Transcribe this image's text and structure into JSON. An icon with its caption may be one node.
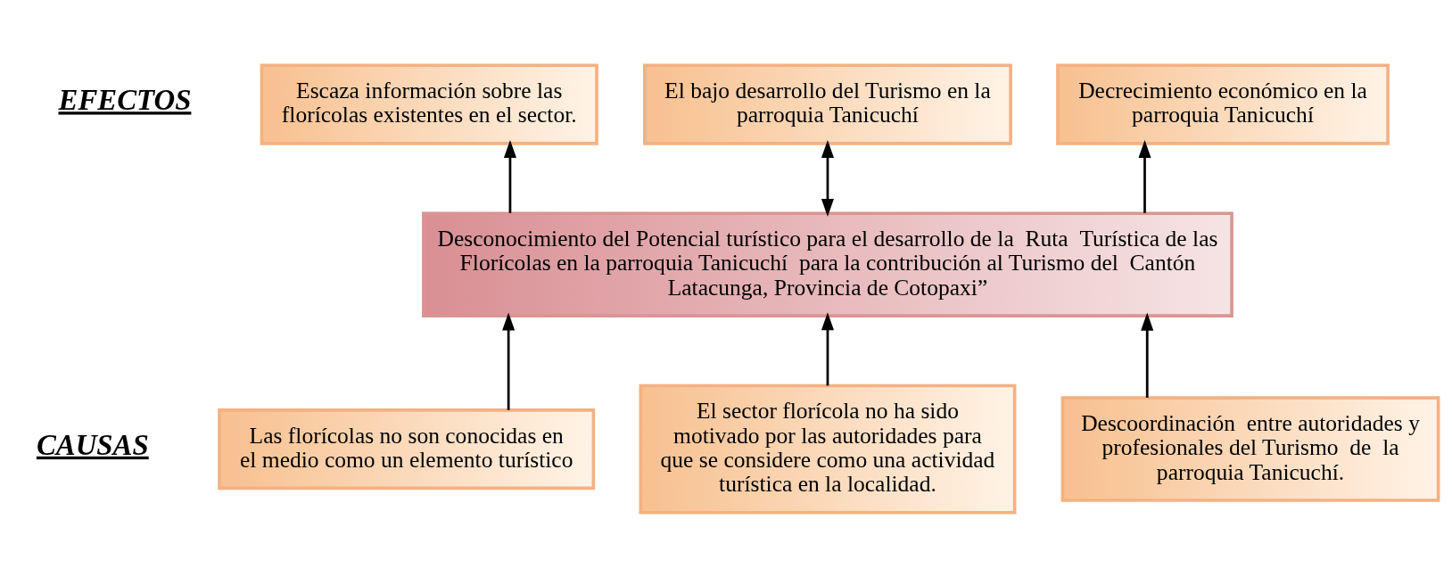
{
  "diagram": {
    "nodes": [
      {
        "text": [
          "Escaza información sobre las florícolas existentes en el sector."
        ]
      },
      {
        "text": [
          "El bajo desarrollo del Turismo en la parroquia Tanicuchí"
        ]
      },
      {
        "text": [
          "Decrecimiento económico en la parroquia Tanicuchí"
        ]
      },
      {
        "text": [
          "Desconocimiento del Potencial turístico para el desarrollo de la  Ruta  Turística de las Florícolas en la parroquia Tanicuchí  para la contribución al Turismo del  Cantón Latacunga, Provincia de Cotopaxi”"
        ]
      },
      {
        "text": [
          "Las florícolas no son conocidas en el medio como un elemento turístico"
        ]
      },
      {
        "text": [
          "El sector florícola no ha sido motivado por las autoridades para que se considere como una actividad turística en la localidad."
        ]
      },
      {
        "text": [
          "Descoordinación  entre autoridades y profesionales del Turismo  de  la parroquia Tanicuchí."
        ]
      }
    ],
    "edges": [
      {
        "from": 3,
        "to": 0,
        "arrow": "to"
      },
      {
        "from": 3,
        "to": 1,
        "arrow": "both"
      },
      {
        "from": 3,
        "to": 2,
        "arrow": "to"
      },
      {
        "from": 4,
        "to": 3,
        "arrow": "to"
      },
      {
        "from": 5,
        "to": 3,
        "arrow": "to"
      },
      {
        "from": 6,
        "to": 3,
        "arrow": "to"
      }
    ],
    "labels": [
      "EFECTOS",
      "CAUSAS"
    ]
  }
}
